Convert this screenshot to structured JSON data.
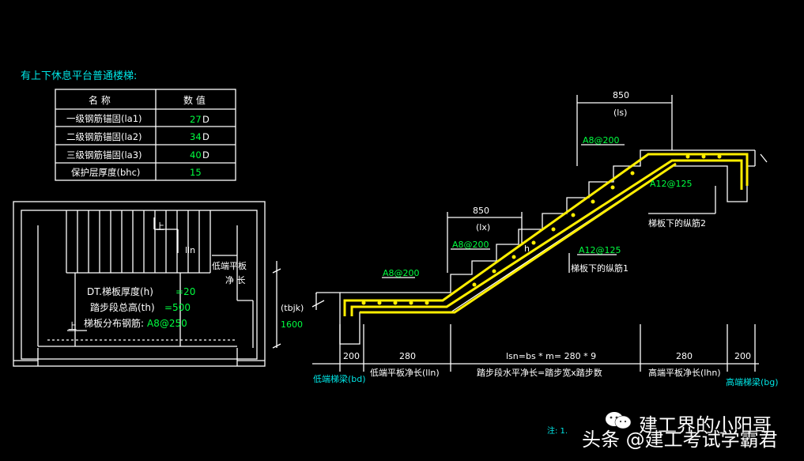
{
  "title": "有上下休息平台普通楼梯:",
  "param_table": {
    "headers": [
      "名  称",
      "数 值"
    ],
    "rows": [
      {
        "name": "一级钢筋锚固(la1)",
        "value": "27",
        "unit": "D"
      },
      {
        "name": "二级钢筋锚固(la2)",
        "value": "34",
        "unit": "D"
      },
      {
        "name": "三级钢筋锚固(la3)",
        "value": "40",
        "unit": "D"
      },
      {
        "name": "保护层厚度(bhc)",
        "value": "15",
        "unit": ""
      }
    ]
  },
  "plan": {
    "label_up_top": "上",
    "label_up_bottom": "上",
    "label_lln": "lln",
    "label_low_platform": "低端平板",
    "label_low_platform2": "净 长",
    "info_lines": [
      {
        "label": "DT.梯板厚度(h)",
        "value": "=20"
      },
      {
        "label": "踏步段总高(th)",
        "value": "=500"
      },
      {
        "label": "梯板分布钢筋:",
        "value": "A8@250"
      }
    ],
    "dim_tbjk": "(tbjk)",
    "dim_1600": "1600"
  },
  "section": {
    "dim_850_top": "850",
    "dim_ls_top": "(ls)",
    "dim_850_mid": "850",
    "dim_lx_mid": "(lx)",
    "rebar_top_platform": "A8@200",
    "rebar_mid": "A8@200",
    "rebar_left": "A8@200",
    "rebar_a12_upper": "A12@125",
    "rebar_a12_lower": "A12@125",
    "label_bottom_bar2": "梯板下的纵筋2",
    "label_bottom_bar1": "梯板下的纵筋1",
    "label_h": "h",
    "dims_bottom": [
      "200",
      "280",
      "lsn=bs * m= 280 * 9",
      "280",
      "200"
    ],
    "labels_bottom": [
      "低端梯梁(bd)",
      "低端平板净长(lln)",
      "踏步段水平净长=踏步宽x踏步数",
      "高端平板净长(lhn)",
      "高端梯梁(bg)"
    ]
  },
  "note_prefix": "注: 1.",
  "watermark_line1": "建工界的小阳哥",
  "watermark_line2": "头条 @建工考试学霸君",
  "colors": {
    "background": "#000000",
    "cyan": "#00e5e5",
    "yellow": "#ffee00",
    "green": "#00ff40",
    "white": "#ffffff"
  }
}
